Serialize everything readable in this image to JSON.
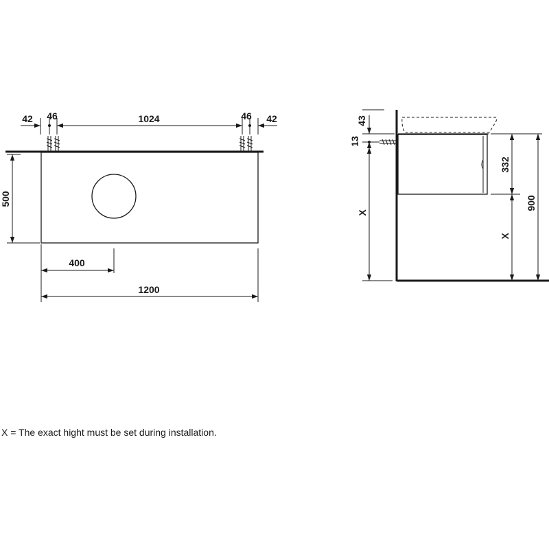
{
  "front_view": {
    "dim_left_offset": "42",
    "dim_left_spacing": "46",
    "dim_center": "1024",
    "dim_right_spacing": "46",
    "dim_right_offset": "42",
    "dim_height": "500",
    "dim_hole_offset": "400",
    "dim_width": "1200"
  },
  "side_view": {
    "dim_top": "43",
    "dim_fixing": "13",
    "dim_x_left": "X",
    "dim_cabinet": "332",
    "dim_x_right": "X",
    "dim_total": "900"
  },
  "note": "X = The exact hight must be set during installation."
}
